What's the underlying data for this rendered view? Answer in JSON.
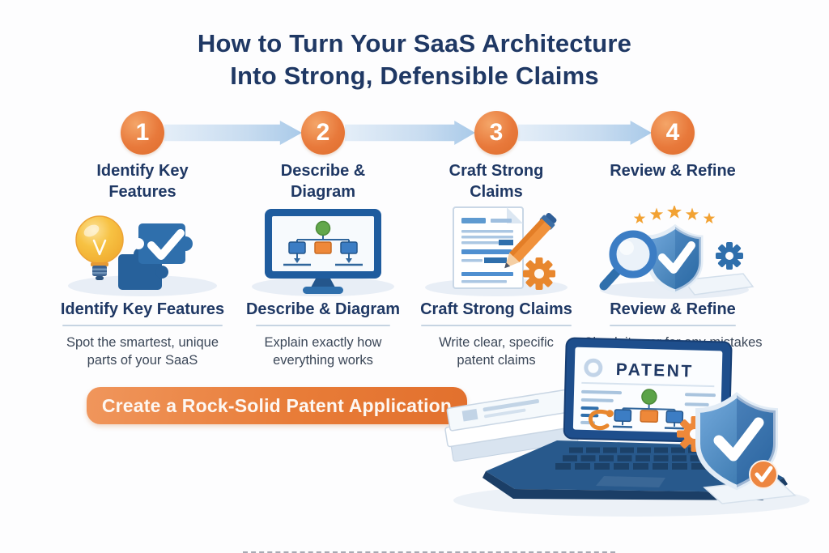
{
  "title": {
    "line1": "How to Turn Your SaaS Architecture",
    "line2": "Into Strong, Defensible Claims"
  },
  "steps": [
    {
      "number": "1",
      "top_heading": "Identify Key\nFeatures",
      "icon": "lightbulb-puzzle-icon",
      "lower_heading": "Identify Key Features",
      "description": "Spot the smartest, unique\nparts of your SaaS"
    },
    {
      "number": "2",
      "top_heading": "Describe &\nDiagram",
      "icon": "monitor-flowchart-icon",
      "lower_heading": "Describe & Diagram",
      "description": "Explain exactly how\neverything works"
    },
    {
      "number": "3",
      "top_heading": "Craft Strong\nClaims",
      "icon": "document-pencil-gear-icon",
      "lower_heading": "Craft Strong Claims",
      "description": "Write clear, specific\npatent claims"
    },
    {
      "number": "4",
      "top_heading": "Review & Refine",
      "icon": "magnifier-shield-stars-icon",
      "lower_heading": "Review & Refine",
      "description": "Check it over for any mistakes"
    }
  ],
  "cta": {
    "label": "Create a Rock-Solid Patent Application"
  },
  "laptop_screen": {
    "title": "PATENT"
  },
  "colors": {
    "accent_orange": "#E2702D",
    "navy_text": "#1F3864",
    "arrow_blue": "#A9CAE9",
    "shield_blue": "#2E6DA4",
    "bulb_yellow": "#F7C243",
    "flow_green": "#5BA347",
    "underline_gray": "#C6D4E2"
  }
}
